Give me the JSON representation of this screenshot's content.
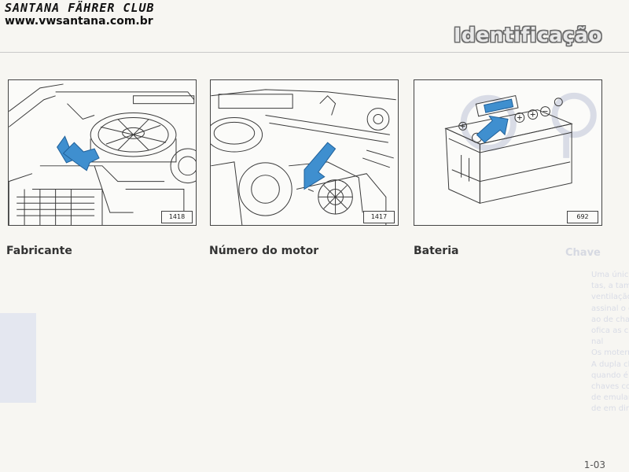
{
  "watermark": {
    "club": "SANTANA FÄHRER CLUB",
    "url": "www.vwsantana.com.br"
  },
  "header": {
    "title": "Identificação"
  },
  "figures": [
    {
      "code": "1418",
      "caption": "Fabricante"
    },
    {
      "code": "1417",
      "caption": "Número do motor"
    },
    {
      "code": "692",
      "caption": "Bateria"
    }
  ],
  "adjacent_page": {
    "heading": "Chave",
    "lines": [
      "Uma única chave serve para",
      "tas, a tampa do porta-ma",
      "ventilação e a ignição",
      "assinal o compartimento",
      "ao de chave da portina",
      "ofica as chaves. Uma",
      "nal",
      "Os moterras cónuco",
      "A dupla chave ou duplicar",
      "quando é necessário",
      "chaves com duas guardas",
      "de emular fácil acesso a",
      "de em dimensões"
    ]
  },
  "page_number": "1-03",
  "colors": {
    "arrow": "#3f8fcf",
    "arrow_edge": "#1f5f98",
    "ink": "#3a3a3a",
    "page": "#f7f6f2"
  }
}
